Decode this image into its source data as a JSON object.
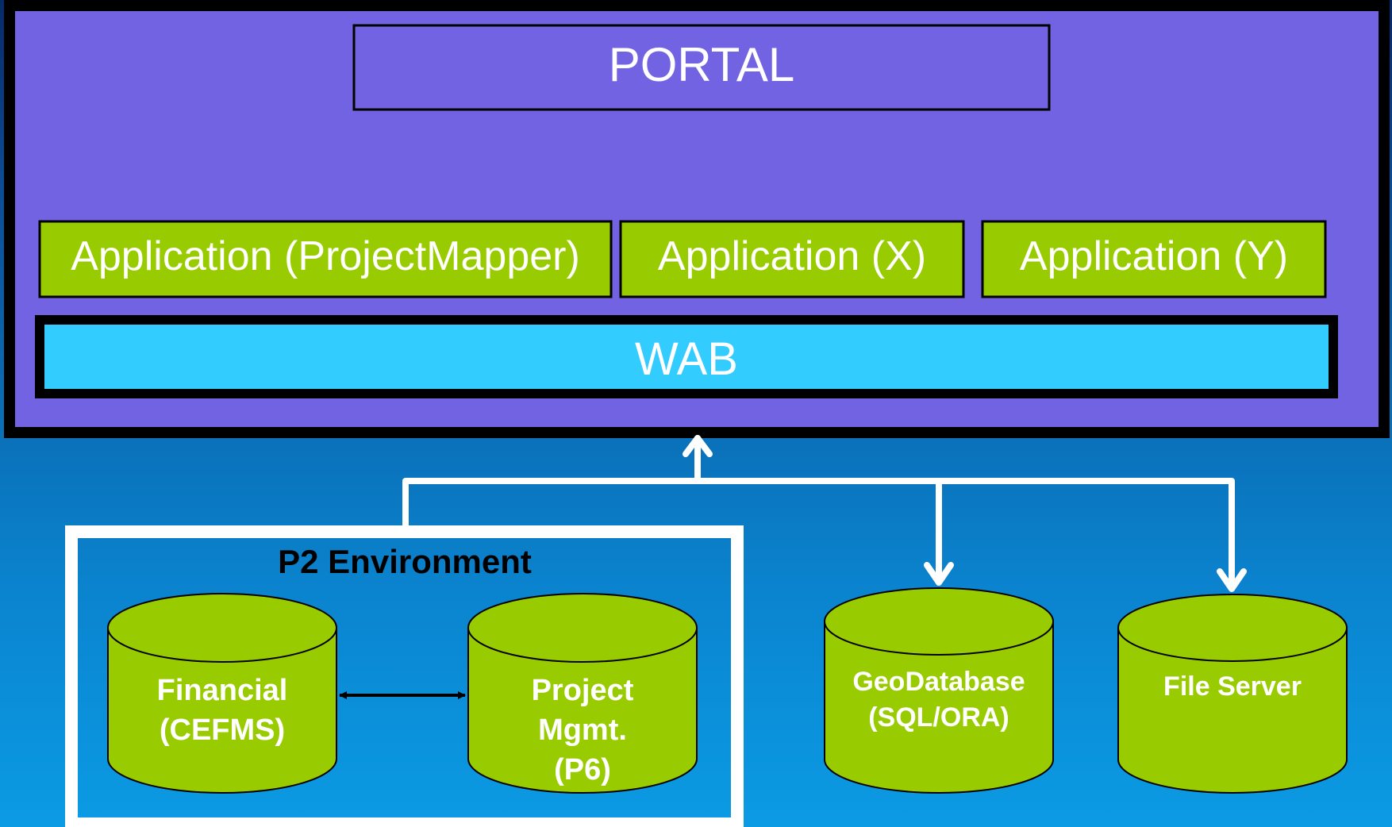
{
  "portal": {
    "title": "PORTAL",
    "bg_color": "#7163e2"
  },
  "applications": [
    {
      "label": "Application (ProjectMapper)"
    },
    {
      "label": "Application (X)"
    },
    {
      "label": "Application (Y)"
    }
  ],
  "wab": {
    "label": "WAB",
    "color": "#33ccff"
  },
  "p2_environment": {
    "title": "P2 Environment",
    "databases": [
      {
        "lines": [
          "Financial",
          "(CEFMS)"
        ]
      },
      {
        "lines": [
          "Project",
          "Mgmt.",
          "(P6)"
        ]
      }
    ]
  },
  "external_databases": [
    {
      "lines": [
        "GeoDatabase",
        "(SQL/ORA)"
      ]
    },
    {
      "lines": [
        "File Server"
      ]
    }
  ],
  "colors": {
    "app_green": "#99cc00",
    "connector": "#ffffff",
    "outline": "#000000"
  }
}
